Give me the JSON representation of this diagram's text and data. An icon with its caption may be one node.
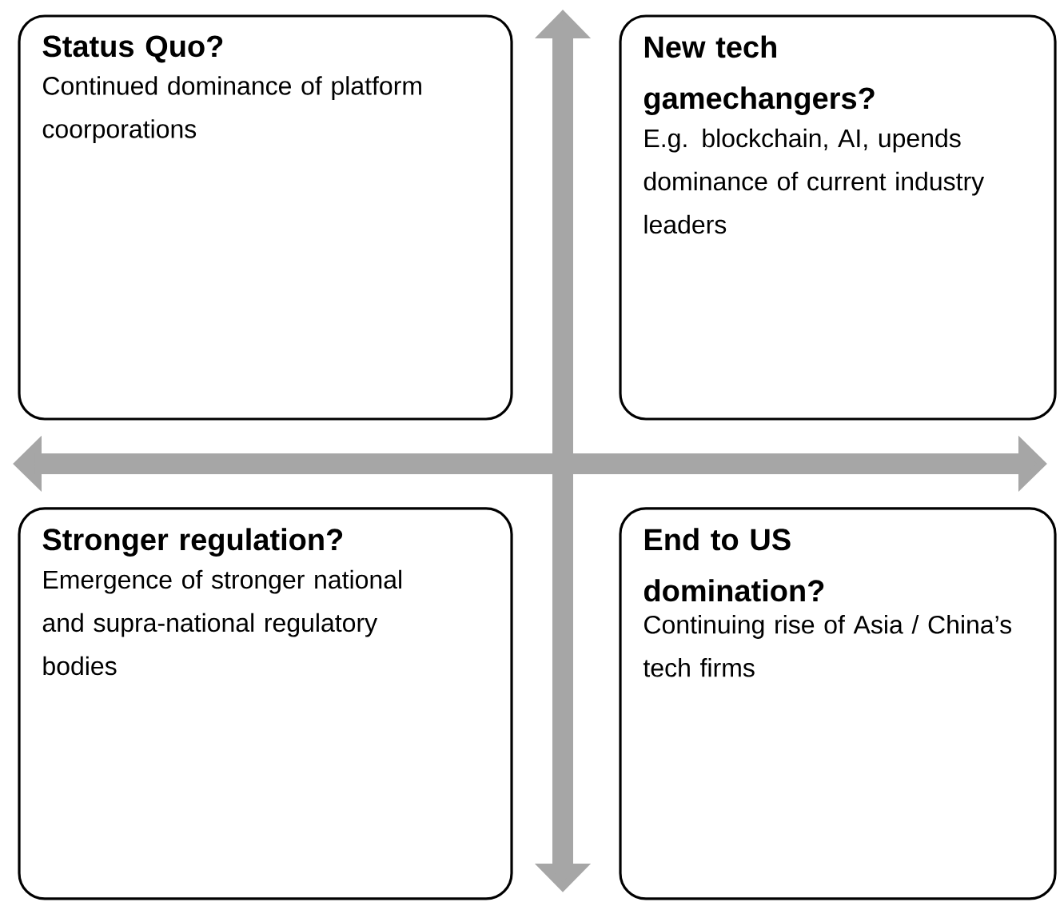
{
  "diagram": {
    "nodes": [
      {
        "text": [
          "Status Quo?",
          "Continued dominance of platform coorporations"
        ]
      },
      {
        "text": [
          "New tech gamechangers?",
          "E.g. blockchain, AI, upends dominance of current industry leaders"
        ]
      },
      {
        "text": [
          "Stronger regulation?",
          "Emergence of stronger national and supra-national regulatory bodies"
        ]
      },
      {
        "text": [
          "End to US domination?",
          "Continuing rise of Asia / China’s tech firms"
        ]
      }
    ]
  }
}
